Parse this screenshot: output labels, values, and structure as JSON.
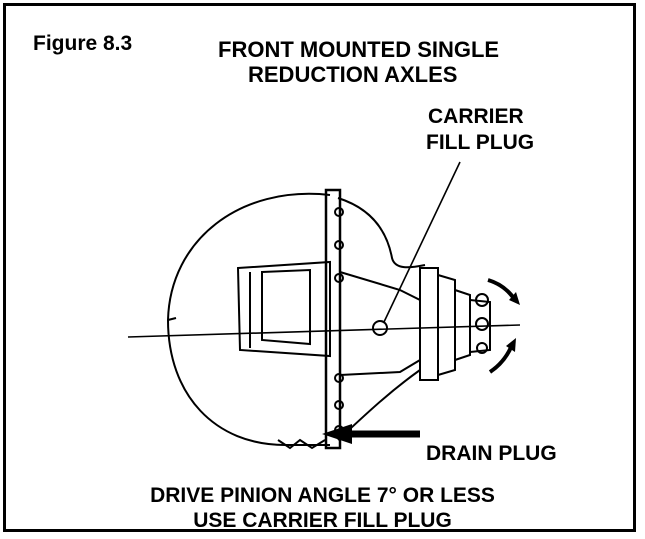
{
  "figure_label": "Figure 8.3",
  "title_line1": "FRONT MOUNTED SINGLE",
  "title_line2": "REDUCTION AXLES",
  "callout_carrier_line1": "CARRIER",
  "callout_carrier_line2": "FILL PLUG",
  "callout_drain": "DRAIN PLUG",
  "caption_line1": "DRIVE PINION ANGLE 7° OR LESS",
  "caption_line2": "USE CARRIER FILL PLUG"
}
